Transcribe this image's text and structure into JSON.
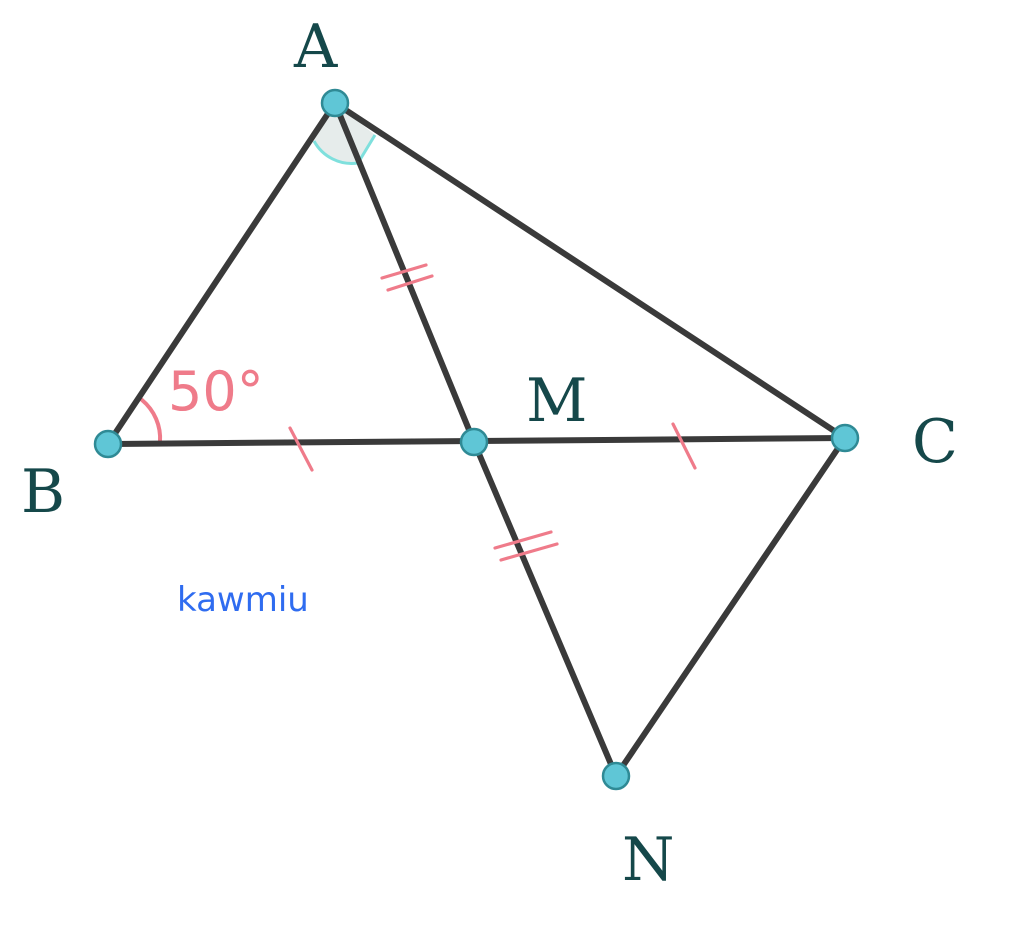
{
  "points": {
    "A": "A",
    "B": "B",
    "C": "C",
    "M": "M",
    "N": "N"
  },
  "angle_label": "50°",
  "watermark": "kawmiu",
  "colors": {
    "segment": "#3a3a3a",
    "point_fill": "#5fc6d6",
    "point_stroke": "#2f8a95",
    "tick_marks": "#ef7b8a",
    "angle_B": "#ef7b8a",
    "angle_A_fill": "#e6eceb",
    "angle_A_stroke": "#7fe0dd",
    "label_text": "#15484a",
    "watermark_text": "#2f6cf0"
  }
}
